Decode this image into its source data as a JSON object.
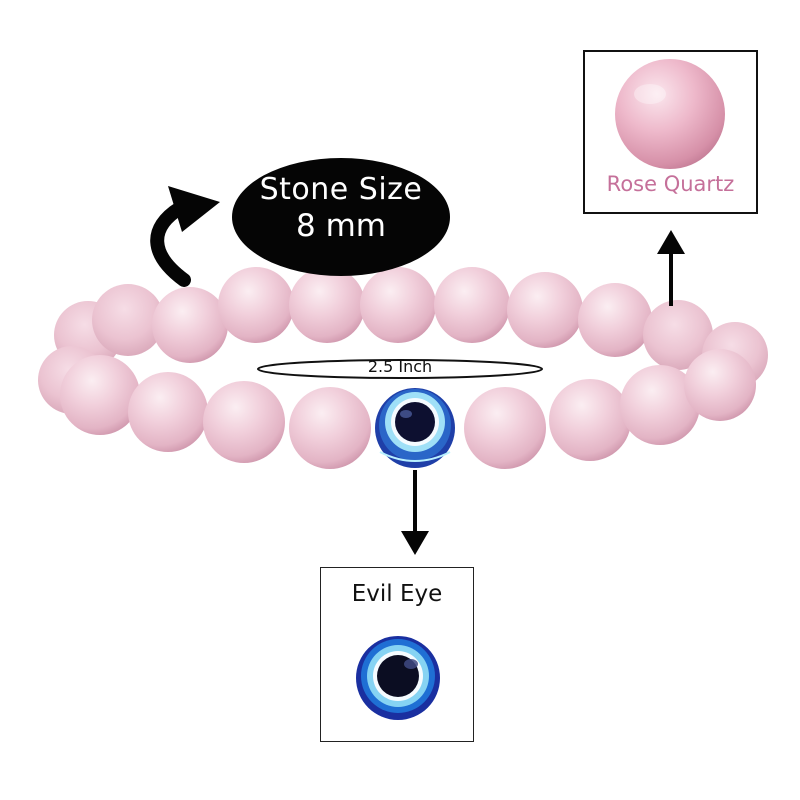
{
  "stone_size": {
    "label": "Stone Size",
    "value": "8 mm"
  },
  "diameter_label": "2.5 Inch",
  "stone_name": "Rose Quartz",
  "charm_name": "Evil Eye",
  "colors": {
    "bead": "#efc9d5",
    "bead_dark": "#d9a3b6",
    "bead_highlight": "#fbeef2",
    "rose_caption": "#c5709a",
    "evil_eye_blue": "#1f53b8",
    "evil_eye_light": "#8ed3f2",
    "evil_eye_pupil": "#0b0d22",
    "dark": "#050505"
  }
}
